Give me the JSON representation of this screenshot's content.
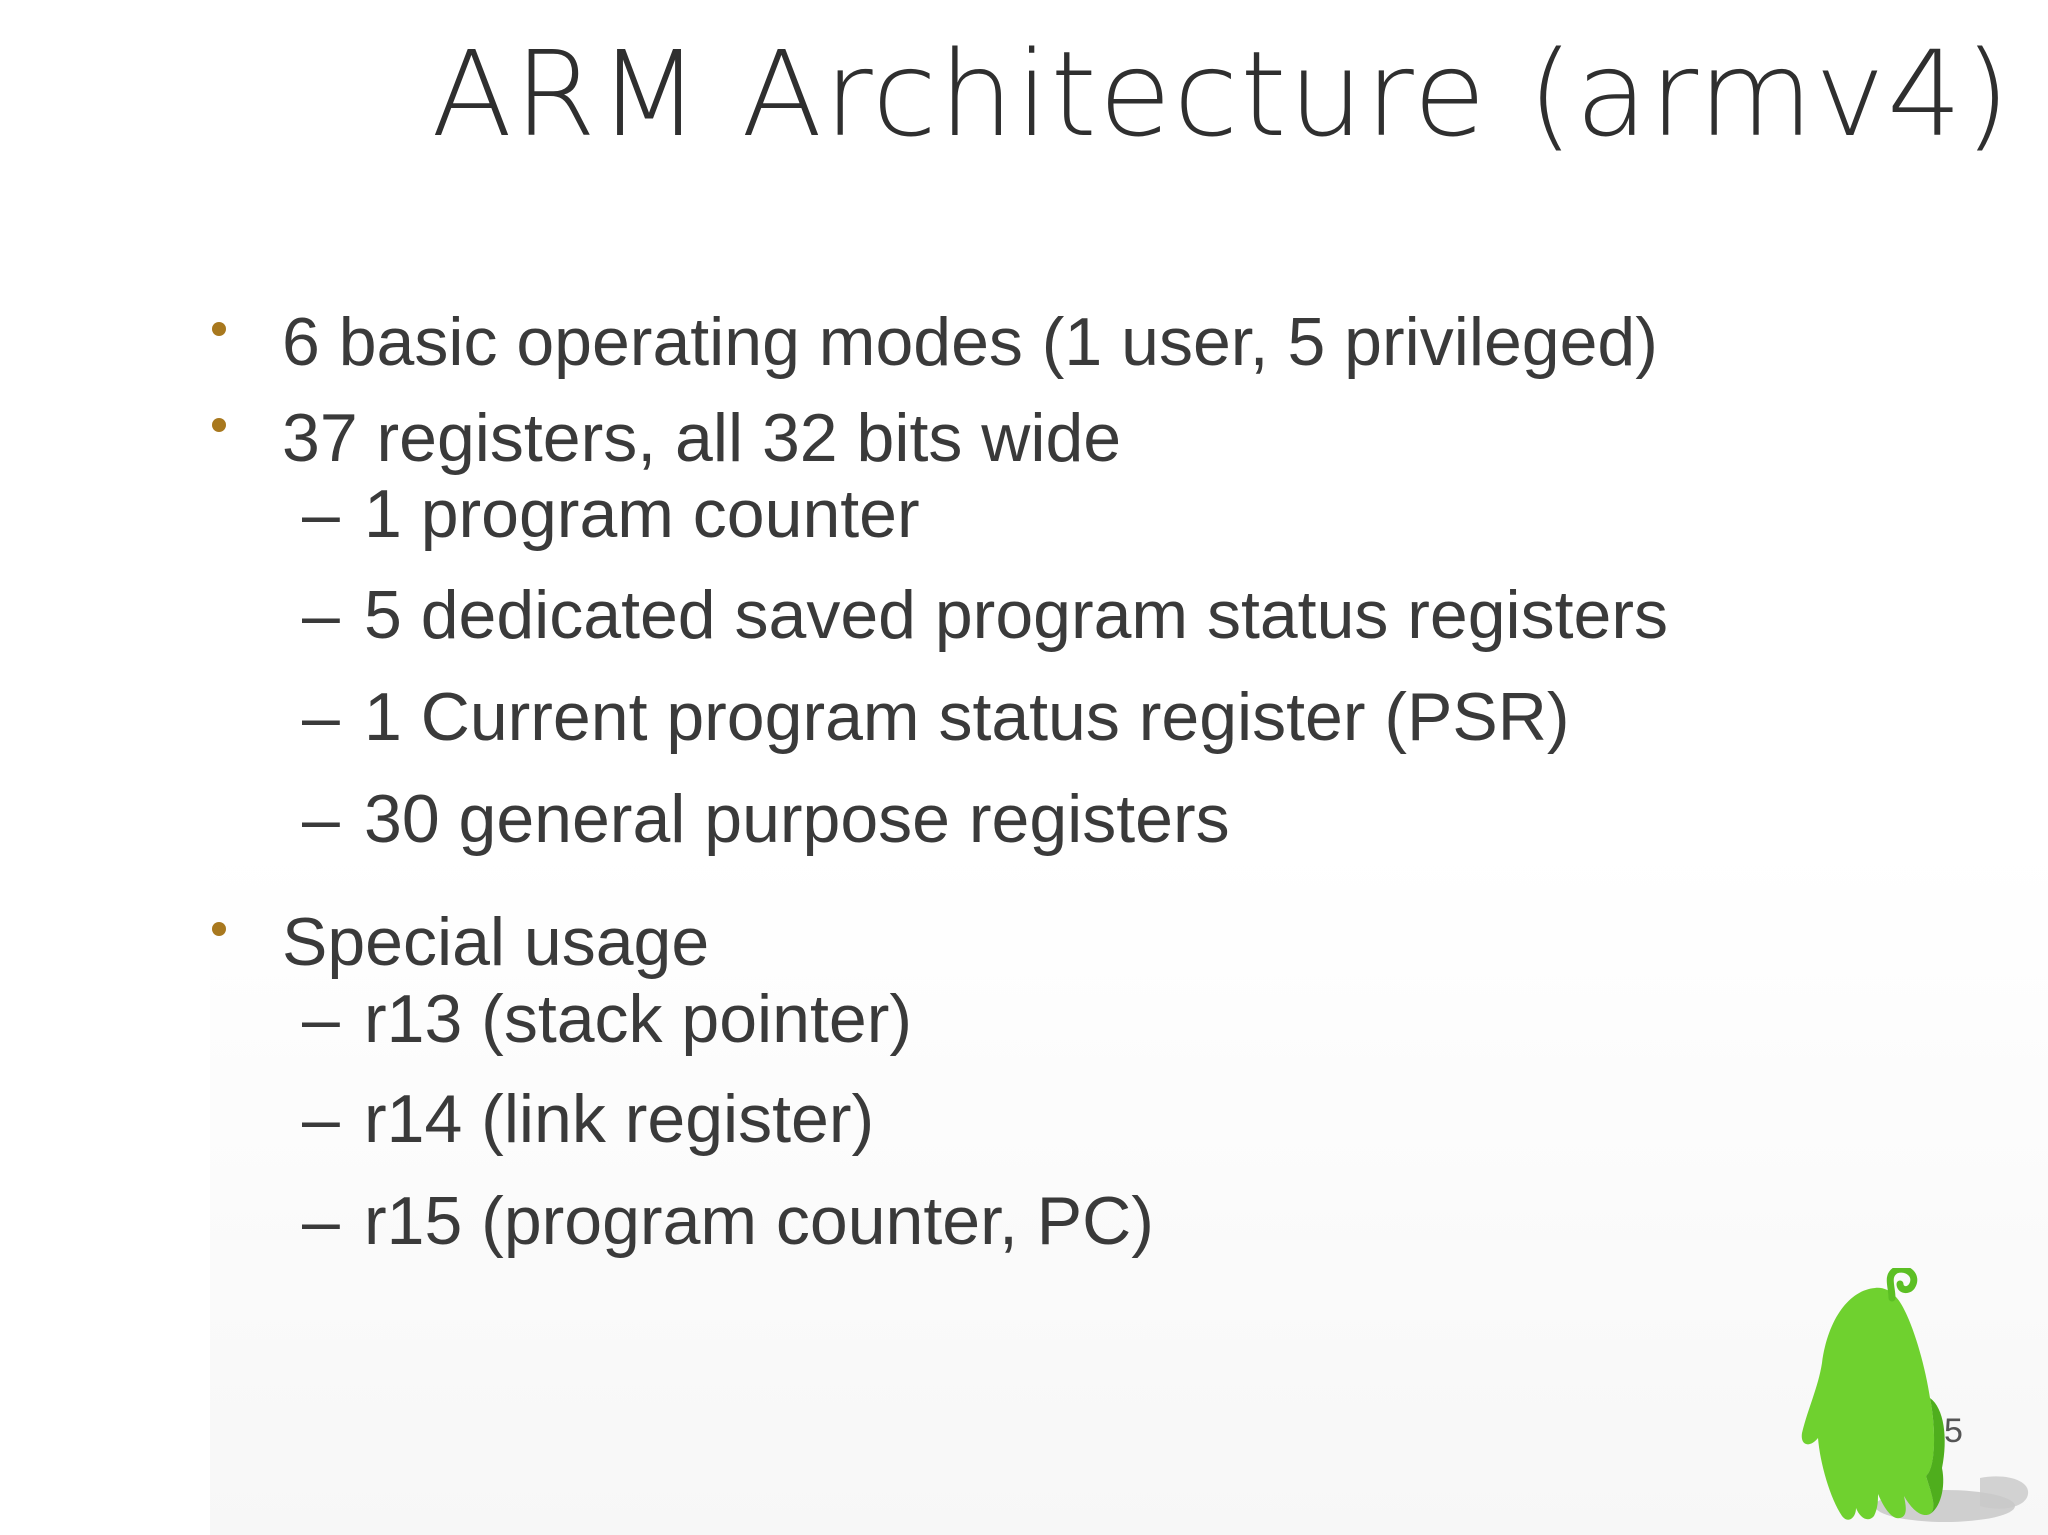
{
  "slide": {
    "title": "ARM Architecture (armv4)",
    "bullets": [
      {
        "text": "6 basic operating modes (1 user, 5 privileged)"
      },
      {
        "text": "37 registers, all 32 bits wide"
      },
      {
        "text": "Special usage"
      }
    ],
    "registers_sub": [
      "1 program counter",
      "5 dedicated saved program status registers",
      "1 Current program status register (PSR)",
      "30 general purpose registers"
    ],
    "special_sub": [
      "r13 (stack pointer)",
      "r14 (link register)",
      "r15 (program counter, PC)"
    ],
    "dash": "–",
    "page_number": "5"
  },
  "colors": {
    "bullet_dot": "#a8781e",
    "text": "#3a3a3a",
    "mascot_green": "#6fd12f"
  },
  "icons": {
    "mascot": "green-blob-mascot-icon"
  }
}
